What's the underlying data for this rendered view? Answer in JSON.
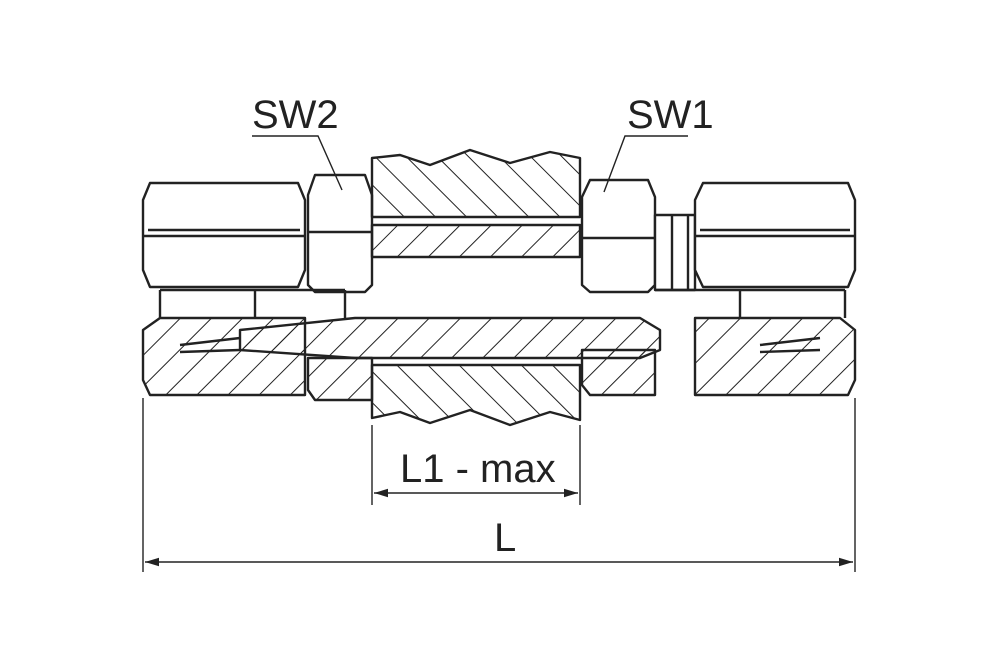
{
  "labels": {
    "sw2": "SW2",
    "sw1": "SW1",
    "l1": "L1 - max",
    "l": "L"
  },
  "colors": {
    "line": "#222222",
    "background": "#ffffff"
  }
}
